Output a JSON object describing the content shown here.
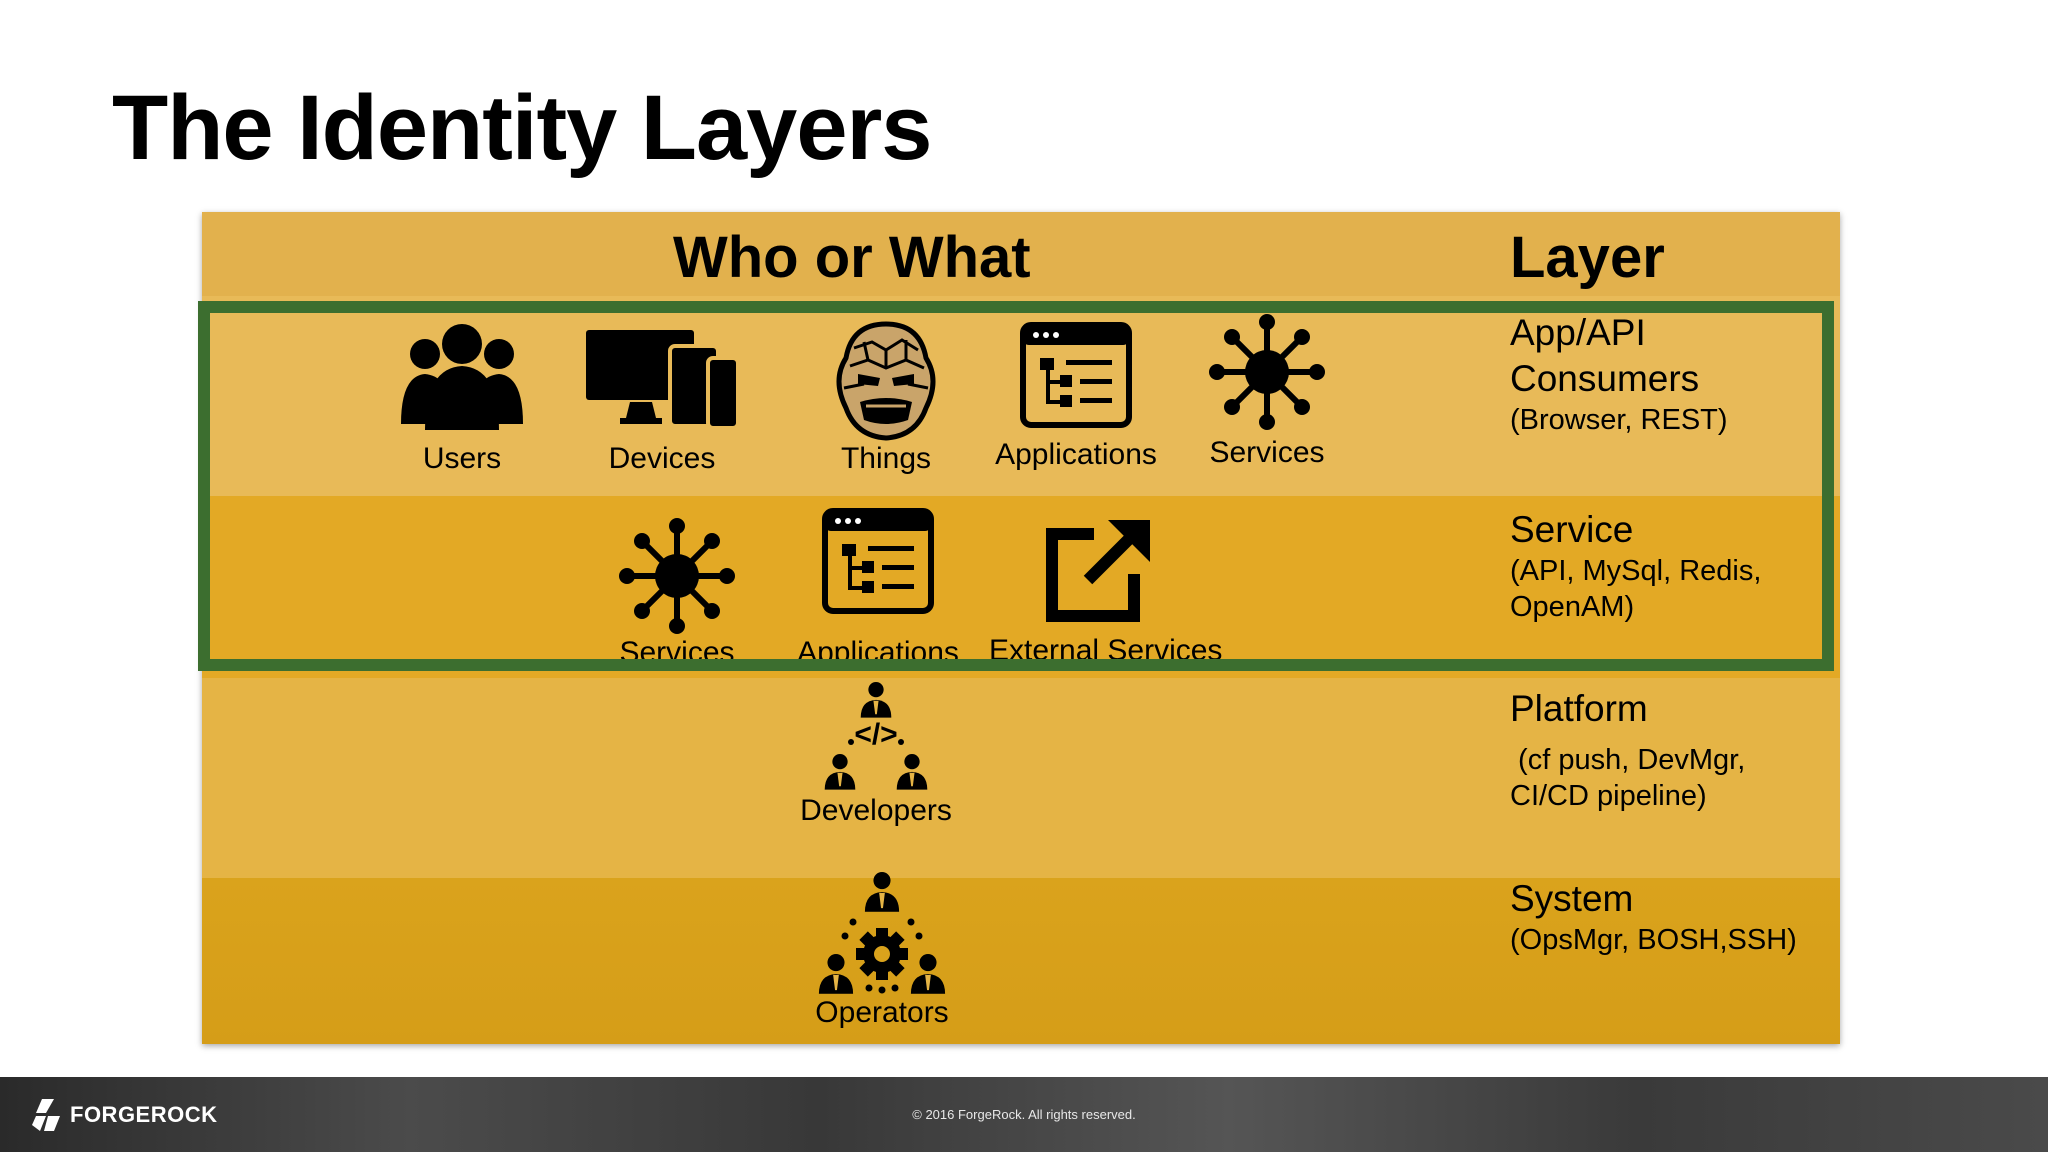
{
  "title": "The Identity Layers",
  "headers": {
    "who": "Who or What",
    "layer": "Layer"
  },
  "app_row": [
    {
      "label": "Users",
      "icon": "users-icon"
    },
    {
      "label": "Devices",
      "icon": "devices-icon"
    },
    {
      "label": "Things",
      "icon": "thing-face-icon"
    },
    {
      "label": "Applications",
      "icon": "application-window-icon"
    },
    {
      "label": "Services",
      "icon": "network-hub-icon"
    }
  ],
  "service_row": [
    {
      "label": "Services",
      "icon": "network-hub-icon"
    },
    {
      "label": "Applications",
      "icon": "application-window-icon"
    },
    {
      "label": "External Services",
      "icon": "external-link-icon"
    }
  ],
  "platform_row": [
    {
      "label": "Developers",
      "icon": "developers-code-icon"
    }
  ],
  "system_row": [
    {
      "label": "Operators",
      "icon": "operators-gear-icon"
    }
  ],
  "layers": [
    {
      "name_lines": [
        "App/API",
        "Consumers"
      ],
      "detail_lines": [
        "(Browser, REST)"
      ]
    },
    {
      "name_lines": [
        "Service"
      ],
      "detail_lines": [
        "(API, MySql, Redis,",
        "OpenAM)"
      ]
    },
    {
      "name_lines": [
        "Platform"
      ],
      "detail_lines": [
        " (cf push, DevMgr,",
        "CI/CD pipeline)"
      ]
    },
    {
      "name_lines": [
        "System"
      ],
      "detail_lines": [
        "(OpsMgr, BOSH,SSH)"
      ]
    }
  ],
  "highlight_color": "#3c6e2f",
  "footer": {
    "brand": "FORGEROCK",
    "copyright": "© 2016 ForgeRock. All rights reserved."
  }
}
